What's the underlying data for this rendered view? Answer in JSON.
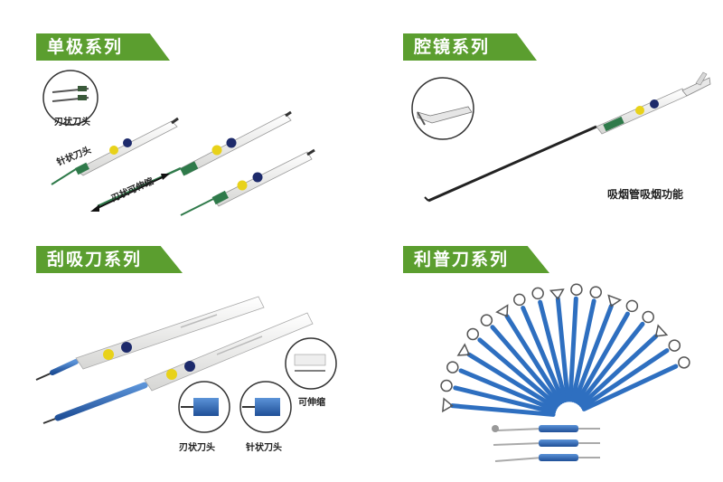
{
  "sections": {
    "monopolar": {
      "title": "单极系列"
    },
    "laparoscopic": {
      "title": "腔镜系列"
    },
    "suction": {
      "title": "刮吸刀系列"
    },
    "leep": {
      "title": "利普刀系列"
    }
  },
  "monopolar": {
    "inset_label": "刃状刀头",
    "needle_label": "针状刀头",
    "telescopic_label": "刃状可伸缩"
  },
  "laparoscopic": {
    "feature_label": "吸烟管吸烟功能"
  },
  "suction": {
    "inset_blade_label": "刃状刀头",
    "inset_needle_label": "针状刀头",
    "inset_telescopic_label": "可伸缩"
  },
  "colors": {
    "banner_green": "#5b9e2f",
    "pencil_white": "#f4f4f2",
    "button_yellow": "#e8d21a",
    "button_navy": "#1d2a6b",
    "cable_blue": "#2e6fc0",
    "tip_green": "#2f7a4a"
  }
}
